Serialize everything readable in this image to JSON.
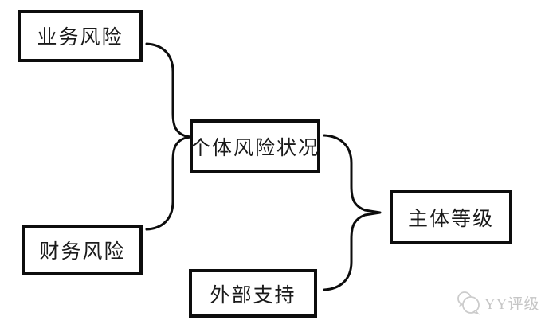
{
  "diagram": {
    "title": "credit-rating-methodology-flow",
    "boxes": [
      {
        "id": "business-risk",
        "label": "业务风险"
      },
      {
        "id": "financial-risk",
        "label": "财务风险"
      },
      {
        "id": "individual-risk-profile",
        "label": "个体风险状况"
      },
      {
        "id": "external-support",
        "label": "外部支持"
      },
      {
        "id": "issuer-rating",
        "label": "主体等级"
      }
    ],
    "relations": [
      {
        "from": [
          "business-risk",
          "financial-risk"
        ],
        "to": "individual-risk-profile",
        "connector": "curly-brace"
      },
      {
        "from": [
          "individual-risk-profile",
          "external-support"
        ],
        "to": "issuer-rating",
        "connector": "curly-brace"
      }
    ],
    "colors": {
      "background": "#ffffff",
      "box_border": "#0d0d0d",
      "box_fill": "#ffffff",
      "text": "#1a1a1a",
      "connector": "#0d0d0d",
      "watermark": "#c6c6c6"
    },
    "watermark": {
      "text": "YY评级",
      "logo": "yy-double-bubble-logo"
    }
  }
}
